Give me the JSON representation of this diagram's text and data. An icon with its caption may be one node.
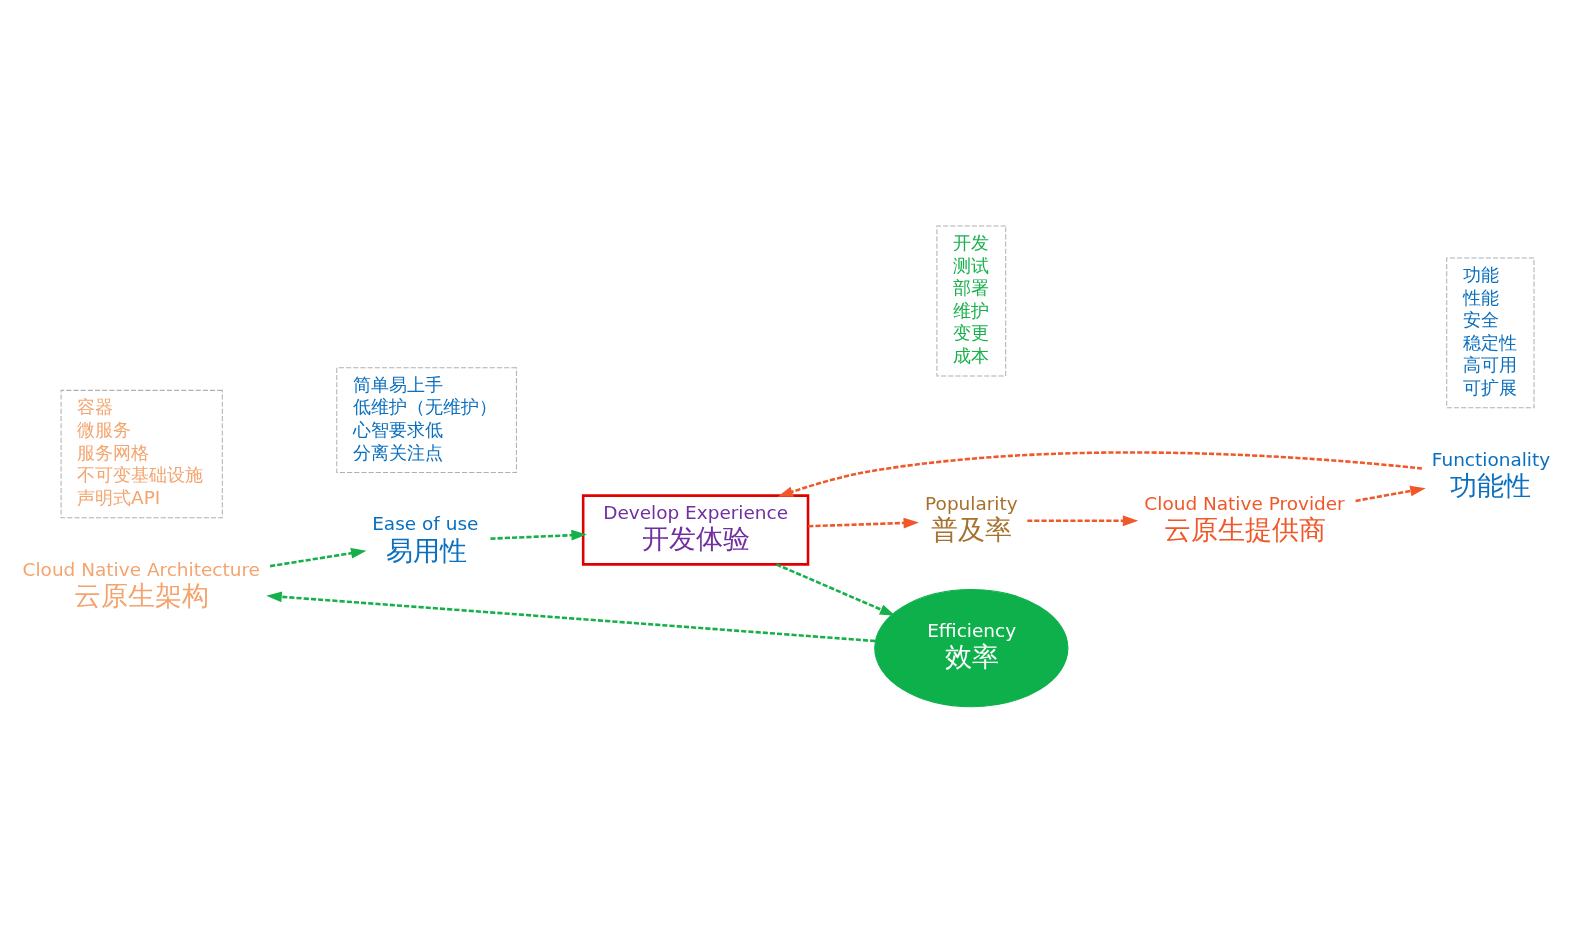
{
  "diagram": {
    "nodes": [
      {
        "text": [
          "Cloud Native Architecture",
          "云原生架构"
        ]
      },
      {
        "text": [
          "容器",
          "微服务",
          "服务网格",
          "不可变基础设施",
          "声明式API"
        ]
      },
      {
        "text": [
          "Ease of use",
          "易用性"
        ]
      },
      {
        "text": [
          "简单易上手",
          "低维护（无维护）",
          "心智要求低",
          "分离关注点"
        ]
      },
      {
        "text": [
          "Functionality",
          "功能性"
        ]
      },
      {
        "text": [
          "功能",
          "性能",
          "安全",
          "稳定性",
          "高可用",
          "可扩展"
        ]
      },
      {
        "text": [
          "Cloud Native Provider",
          "云原生提供商"
        ]
      },
      {
        "text": [
          "Efficiency",
          "效率"
        ]
      },
      {
        "text": [
          "开发",
          "测试",
          "部署",
          "维护",
          "变更",
          "成本"
        ]
      },
      {
        "text": [
          "Develop Experience",
          "开发体验"
        ]
      },
      {
        "text": [
          "Popularity",
          "普及率"
        ]
      }
    ],
    "edges": [
      {
        "from": 0,
        "to": 2,
        "arrow": "to",
        "style": "dashed",
        "color": "#16b04a"
      },
      {
        "from": 2,
        "to": 9,
        "arrow": "to",
        "style": "dashed",
        "color": "#16b04a"
      },
      {
        "from": 4,
        "to": 9,
        "arrow": "to",
        "style": "dashed",
        "color": "#f0582a"
      },
      {
        "from": 9,
        "to": 7,
        "arrow": "to",
        "style": "dashed",
        "color": "#16b04a"
      },
      {
        "from": 7,
        "to": 0,
        "arrow": "to",
        "style": "dashed",
        "color": "#16b04a"
      },
      {
        "from": 9,
        "to": 10,
        "arrow": "to",
        "style": "dashed",
        "color": "#f0582a"
      },
      {
        "from": 10,
        "to": 6,
        "arrow": "to",
        "style": "dashed",
        "color": "#f0582a"
      },
      {
        "from": 6,
        "to": 4,
        "arrow": "to",
        "style": "dashed",
        "color": "#f0582a"
      }
    ]
  }
}
